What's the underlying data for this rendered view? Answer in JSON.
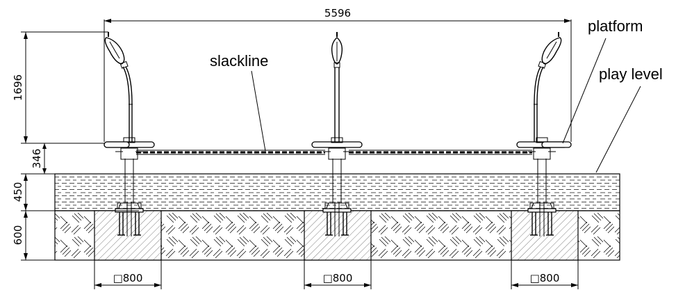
{
  "dimensions": {
    "overall_width": "5596",
    "pole_height": "1696",
    "platform_height": "346",
    "play_level_depth": "450",
    "foundation_depth": "600",
    "foundation_left": "□800",
    "foundation_middle": "□800",
    "foundation_right": "□800"
  },
  "labels": {
    "slackline": "slackline",
    "platform": "platform",
    "play_level": "play level"
  },
  "colors": {
    "line": "#000000",
    "background": "#ffffff"
  }
}
